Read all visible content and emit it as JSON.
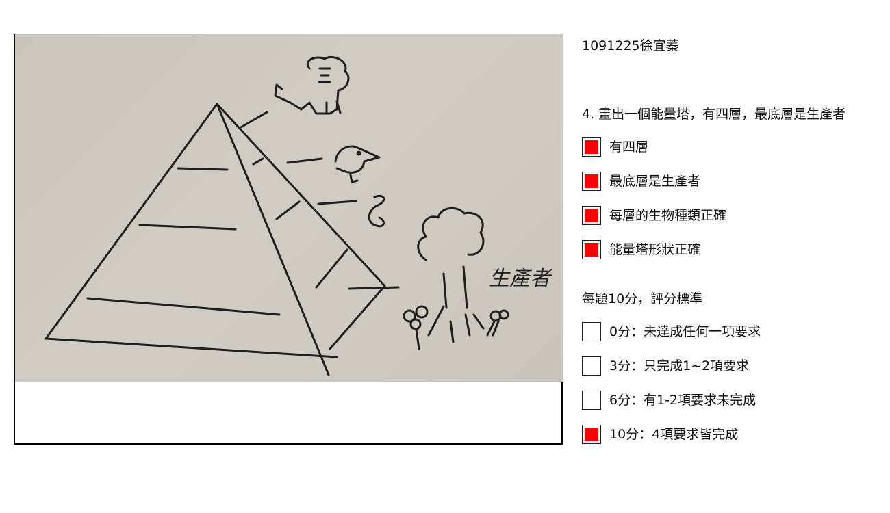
{
  "header": {
    "student_id": "1091225徐宜蓁"
  },
  "question": {
    "prompt": "4. 畫出一個能量塔，有四層，最底層是生產者",
    "criteria": [
      {
        "label": "有四層",
        "checked": true
      },
      {
        "label": "最底層是生產者",
        "checked": true
      },
      {
        "label": "每層的生物種類正確",
        "checked": true
      },
      {
        "label": "能量塔形狀正確",
        "checked": true
      }
    ]
  },
  "scoring": {
    "title": "每題10分，評分標準",
    "options": [
      {
        "label": "0分：未達成任何一項要求",
        "checked": false
      },
      {
        "label": "3分：只完成1~2項要求",
        "checked": false
      },
      {
        "label": "6分：有1-2項要求未完成",
        "checked": false
      },
      {
        "label": "10分：4項要求皆完成",
        "checked": true
      }
    ]
  },
  "drawing": {
    "handwritten_label": "生產者"
  },
  "colors": {
    "check_fill": "#ff0000",
    "paper": "#cdc9c1",
    "ink": "#1a1a1a"
  }
}
